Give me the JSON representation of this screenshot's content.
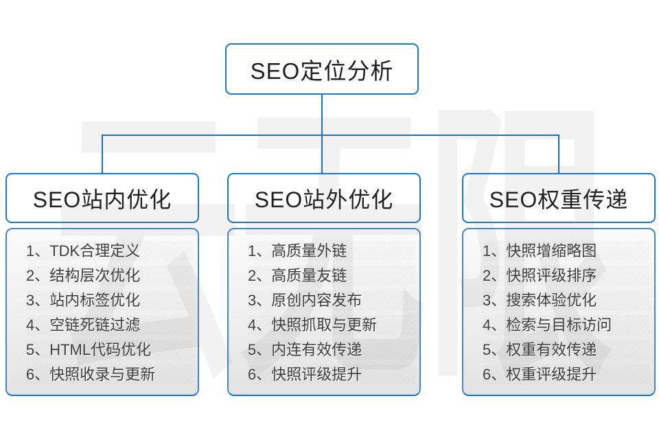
{
  "colors": {
    "accent_blue": "#1272c4",
    "header_text": "#1f1f1f",
    "item_text": "#3c3c3c",
    "panel_gradient_top": "#fbfbfb",
    "panel_gradient_bottom": "#e3e3e3"
  },
  "watermark": {
    "text": "云无限"
  },
  "root": {
    "title": "SEO定位分析"
  },
  "branches": [
    {
      "title": "SEO站内优化",
      "items": [
        "1、TDK合理定义",
        "2、结构层次优化",
        "3、站内标签优化",
        "4、空链死链过滤",
        "5、HTML代码优化",
        "6、快照收录与更新"
      ]
    },
    {
      "title": "SEO站外优化",
      "items": [
        "1、高质量外链",
        "2、高质量友链",
        "3、原创内容发布",
        "4、快照抓取与更新",
        "5、内连有效传递",
        "6、快照评级提升"
      ]
    },
    {
      "title": "SEO权重传递",
      "items": [
        "1、快照增缩略图",
        "2、快照评级排序",
        "3、搜索体验优化",
        "4、检索与目标访问",
        "5、权重有效传递",
        "6、权重评级提升"
      ]
    }
  ]
}
